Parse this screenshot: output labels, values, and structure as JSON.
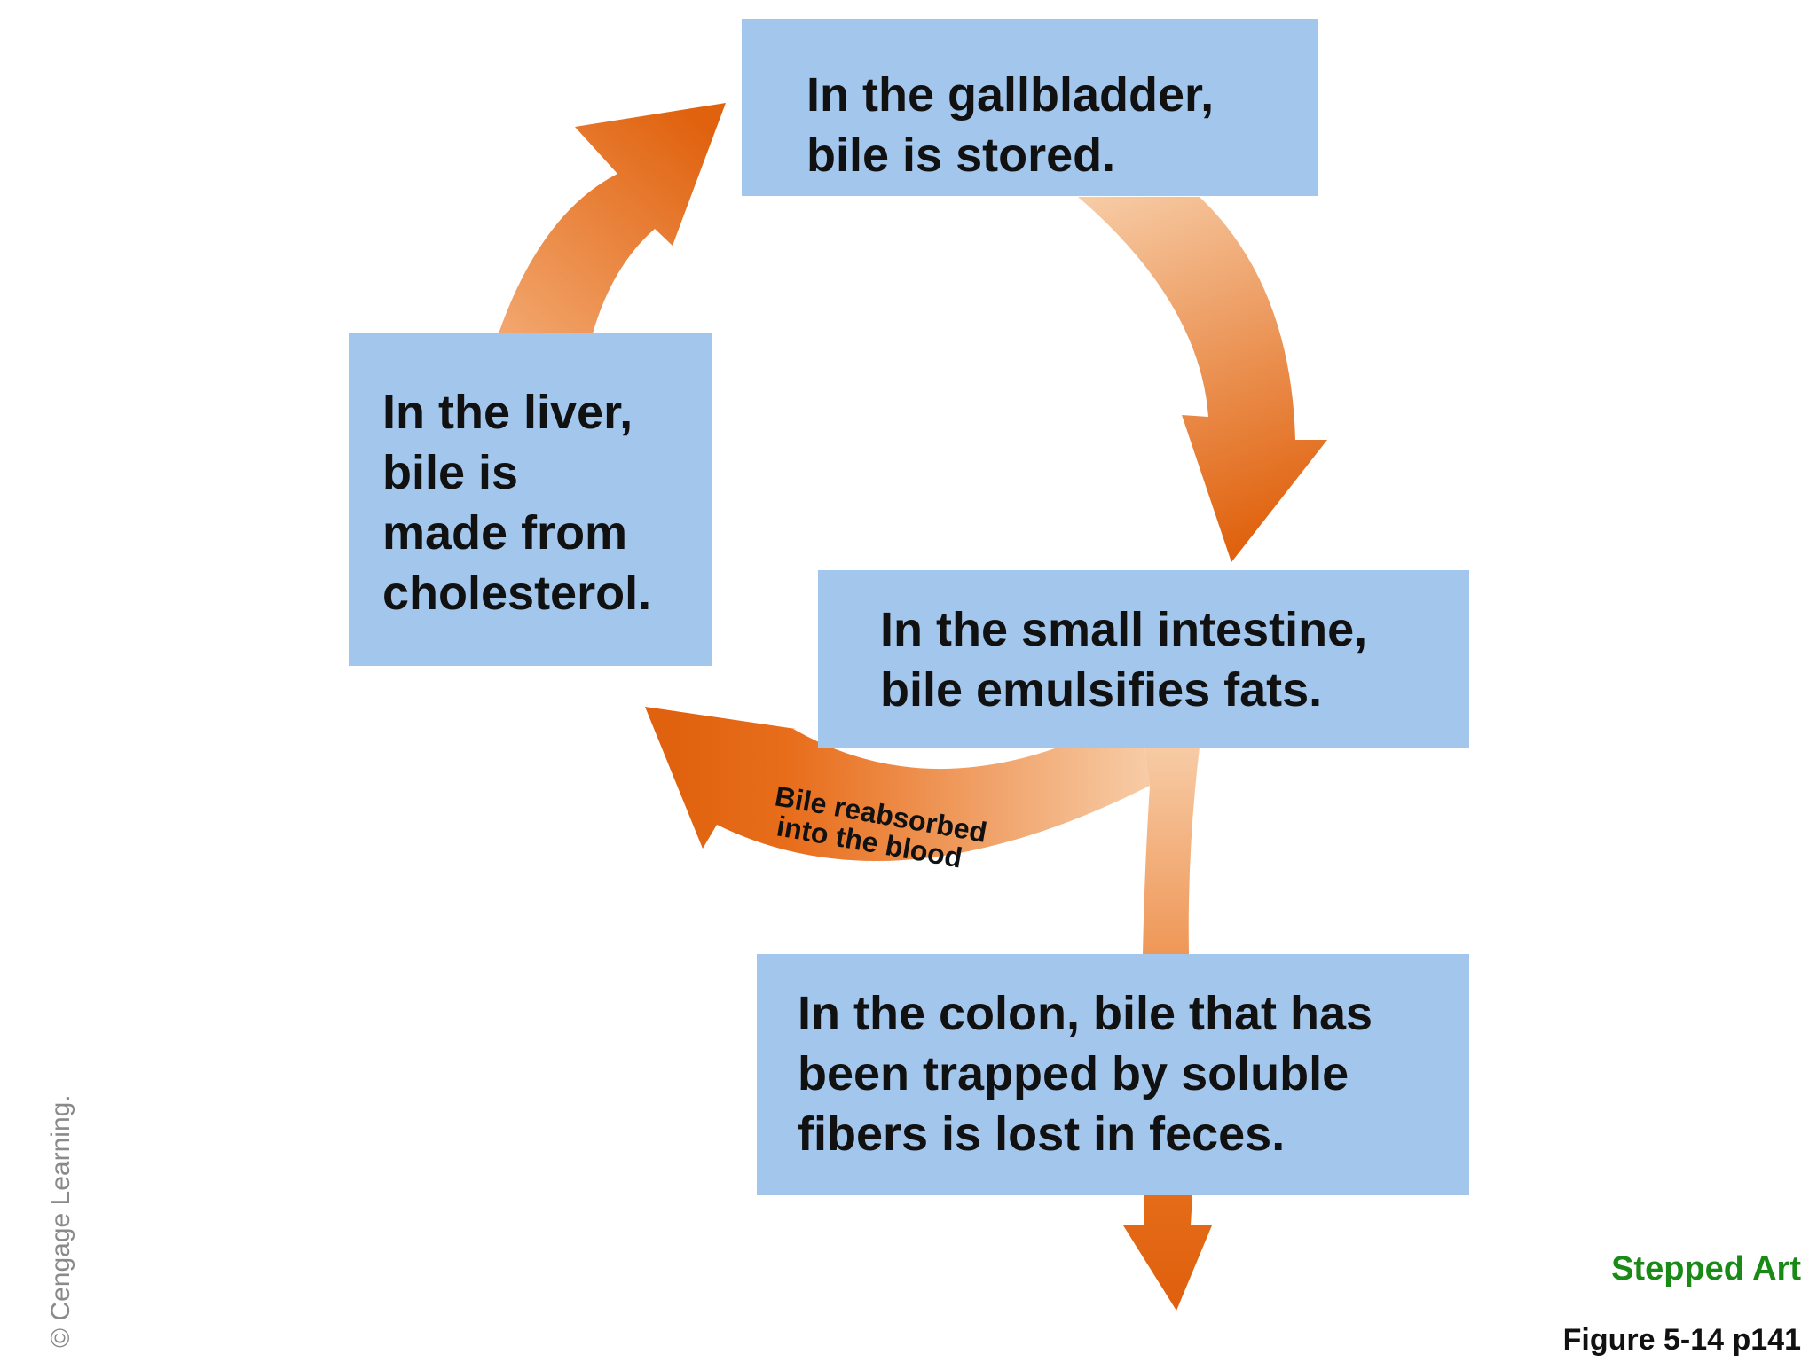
{
  "boxes": {
    "gallbladder": "In the gallbladder,\nbile is stored.",
    "liver": "In the liver,\nbile is\nmade from\ncholesterol.",
    "small_intestine": "In the small intestine,\nbile emulsifies fats.",
    "colon": "In the colon, bile that has\nbeen trapped by soluble\nfibers is lost in feces."
  },
  "arrow_label": {
    "line1": "Bile reabsorbed",
    "line2": "into the blood"
  },
  "copyright": "© Cengage Learning.",
  "stepped_art": "Stepped Art",
  "figure_label": "Figure 5-14 p141",
  "colors": {
    "box_fill": "#a3c6ec",
    "arrow_dark": "#e0620e",
    "arrow_light": "#f6c9a3",
    "stepped_art_green": "#1a8a16"
  }
}
